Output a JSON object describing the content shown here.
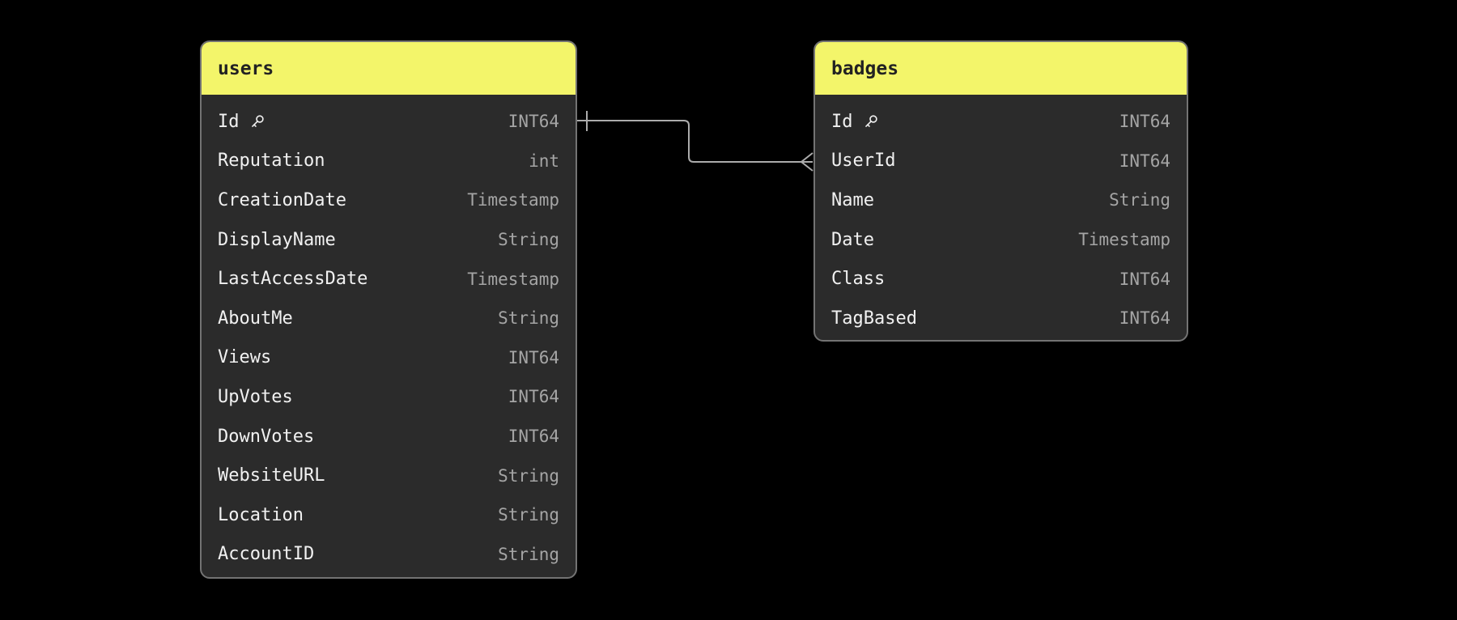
{
  "app": {
    "name": "database-schema-diagram"
  },
  "colors": {
    "canvas_bg": "#000000",
    "table_header_bg": "#f3f56a",
    "table_header_text": "#222222",
    "table_body_bg": "#2b2b2b",
    "table_border": "#737373",
    "field_name_text": "#f1f1f1",
    "field_type_text": "#a5a5a5",
    "relationship_line": "#ababab"
  },
  "icons": {
    "primary_key": "key"
  },
  "tables": [
    {
      "name": "users",
      "fields": [
        {
          "name": "Id",
          "type": "INT64",
          "pk": true
        },
        {
          "name": "Reputation",
          "type": "int"
        },
        {
          "name": "CreationDate",
          "type": "Timestamp"
        },
        {
          "name": "DisplayName",
          "type": "String"
        },
        {
          "name": "LastAccessDate",
          "type": "Timestamp"
        },
        {
          "name": "AboutMe",
          "type": "String"
        },
        {
          "name": "Views",
          "type": "INT64"
        },
        {
          "name": "UpVotes",
          "type": "INT64"
        },
        {
          "name": "DownVotes",
          "type": "INT64"
        },
        {
          "name": "WebsiteURL",
          "type": "String"
        },
        {
          "name": "Location",
          "type": "String"
        },
        {
          "name": "AccountID",
          "type": "String"
        }
      ]
    },
    {
      "name": "badges",
      "fields": [
        {
          "name": "Id",
          "type": "INT64",
          "pk": true
        },
        {
          "name": "UserId",
          "type": "INT64"
        },
        {
          "name": "Name",
          "type": "String"
        },
        {
          "name": "Date",
          "type": "Timestamp"
        },
        {
          "name": "Class",
          "type": "INT64"
        },
        {
          "name": "TagBased",
          "type": "INT64"
        }
      ]
    }
  ],
  "relationship": {
    "from_table": "users",
    "from_field": "Id",
    "to_table": "badges",
    "to_field": "UserId",
    "from_cardinality": "1",
    "to_cardinality": "many"
  }
}
